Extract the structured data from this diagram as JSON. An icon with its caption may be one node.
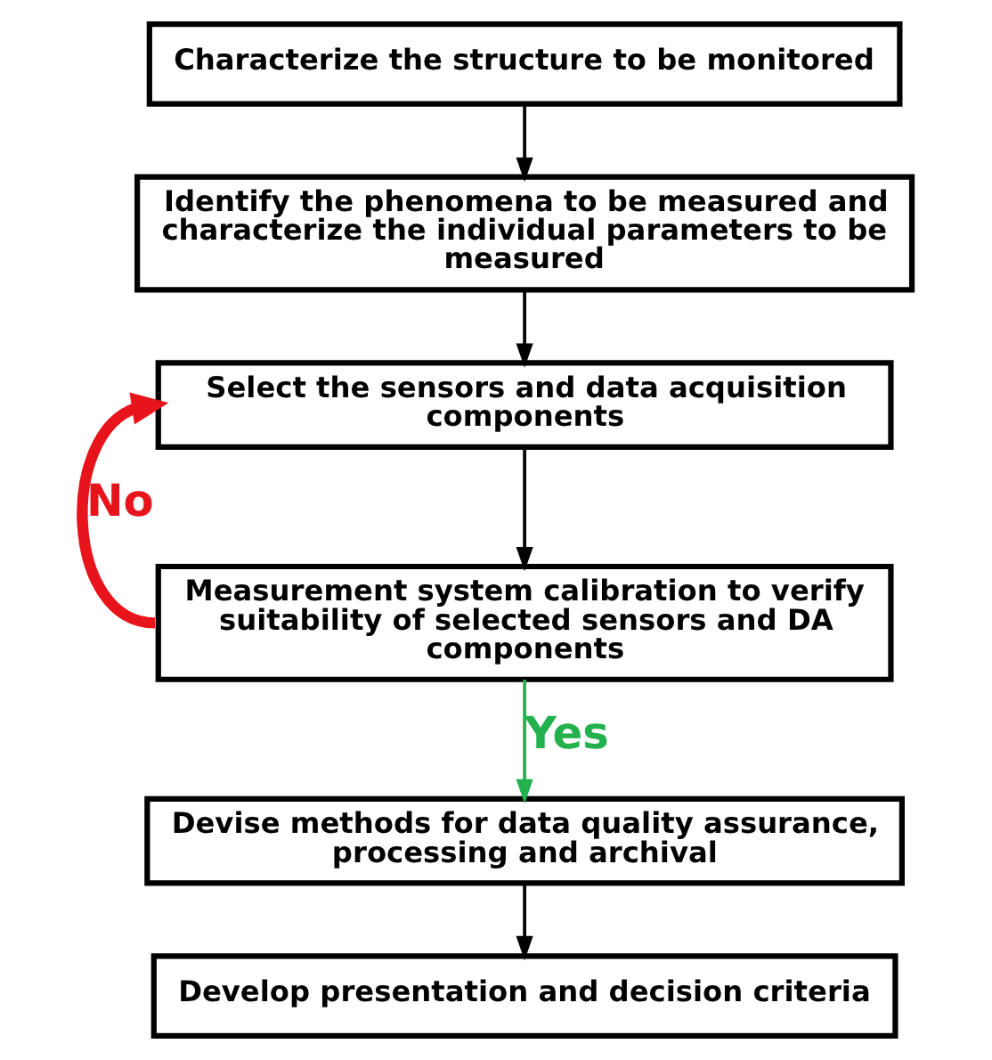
{
  "diagram": {
    "nodes": [
      {
        "text": [
          "Characterize the structure to be monitored"
        ]
      },
      {
        "text": [
          "Identify the phenomena to be measured and characterize the individual parameters to be measured"
        ]
      },
      {
        "text": [
          "Select the sensors and data acquisition components"
        ]
      },
      {
        "text": [
          "Measurement system calibration to verify suitability of selected sensors and DA components"
        ]
      },
      {
        "text": [
          "Devise methods for data quality assurance, processing and archival"
        ]
      },
      {
        "text": [
          "Develop presentation and decision criteria"
        ]
      }
    ],
    "edges": [
      {
        "from": 0,
        "to": 1,
        "arrow": "to"
      },
      {
        "from": 1,
        "to": 2,
        "arrow": "to"
      },
      {
        "from": 2,
        "to": 3,
        "arrow": "to"
      },
      {
        "from": 3,
        "to": 4,
        "arrow": "to",
        "label": "Yes",
        "color": "#22b14c"
      },
      {
        "from": 4,
        "to": 5,
        "arrow": "to"
      },
      {
        "from": 3,
        "to": 2,
        "arrow": "to",
        "label": "No",
        "color": "#e8141c",
        "style": "thick"
      }
    ]
  }
}
